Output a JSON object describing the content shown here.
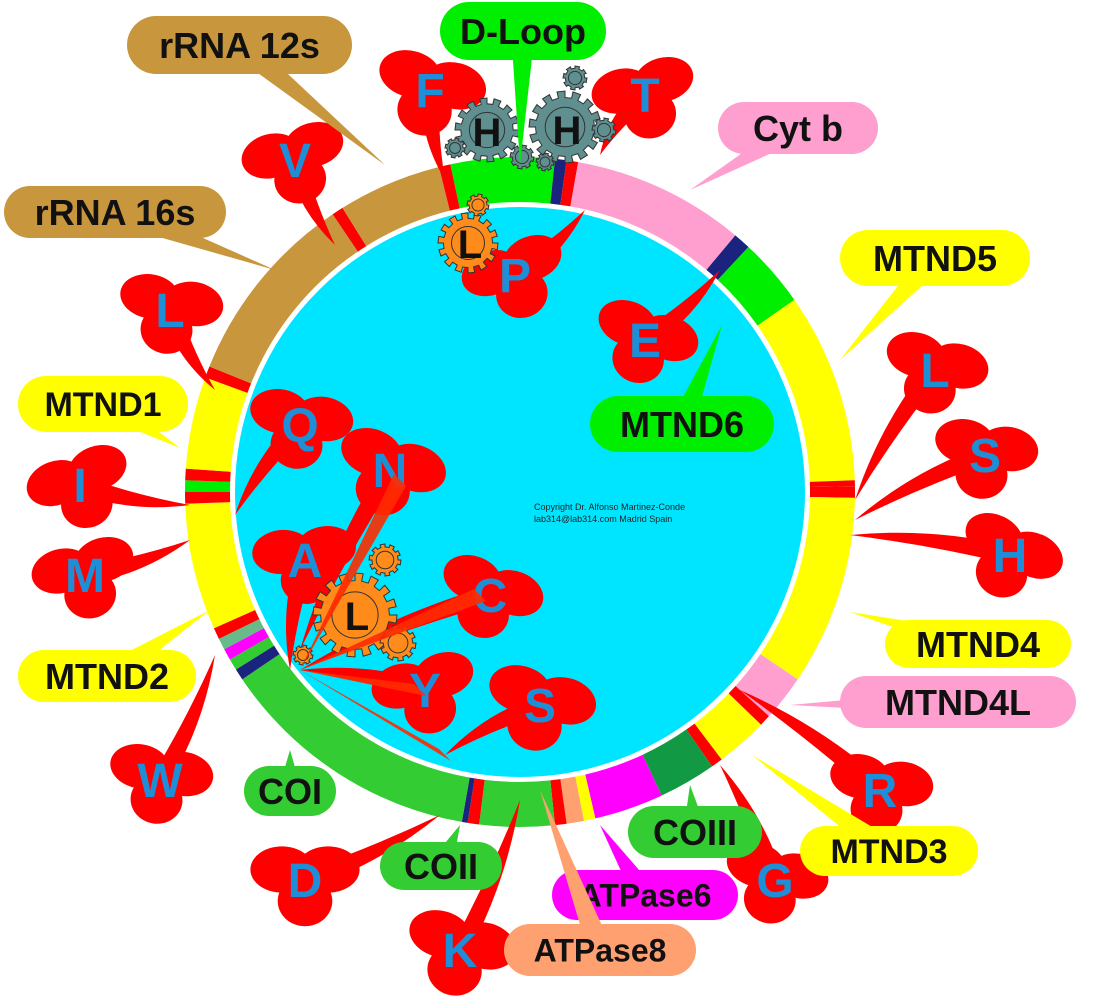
{
  "copyright": {
    "line1": "Copyright Dr. Alfonso Martinez-Conde",
    "line2": "lab314@lab314.com Madrid Spain"
  },
  "colors": {
    "background": "#ffffff",
    "matrix": "#00e5ff",
    "rrna": "#c8963c",
    "complex_I": "#ffff00",
    "complex_III": "#ff9fd0",
    "complex_IV": "#33cc33",
    "complex_V": "#ff00ff",
    "d_loop": "#00ee00",
    "trna": "#ff0000",
    "trna_letter": "#1e8fd6",
    "gear_heavy": "#5f8f8f",
    "gear_light": "#ff8c1a"
  },
  "genes": [
    {
      "id": "rrna12s",
      "text": "rRNA 12s",
      "color": "#c8963c"
    },
    {
      "id": "rrna16s",
      "text": "rRNA 16s",
      "color": "#c8963c"
    },
    {
      "id": "dloop",
      "text": "D-Loop",
      "color": "#00ee00"
    },
    {
      "id": "cytb",
      "text": "Cyt b",
      "color": "#ff9fd0"
    },
    {
      "id": "mtnd5",
      "text": "MTND5",
      "color": "#ffff00"
    },
    {
      "id": "mtnd6",
      "text": "MTND6",
      "color": "#00ee00"
    },
    {
      "id": "mtnd1",
      "text": "MTND1",
      "color": "#ffff00"
    },
    {
      "id": "mtnd2",
      "text": "MTND2",
      "color": "#ffff00"
    },
    {
      "id": "mtnd4",
      "text": "MTND4",
      "color": "#ffff00"
    },
    {
      "id": "mtnd4l",
      "text": "MTND4L",
      "color": "#ff9fd0"
    },
    {
      "id": "mtnd3",
      "text": "MTND3",
      "color": "#ffff00"
    },
    {
      "id": "coi",
      "text": "COI",
      "color": "#33cc33"
    },
    {
      "id": "coii",
      "text": "COII",
      "color": "#33cc33"
    },
    {
      "id": "coiii",
      "text": "COIII",
      "color": "#33cc33"
    },
    {
      "id": "atpase6",
      "text": "ATPase6",
      "color": "#ff00ff"
    },
    {
      "id": "atpase8",
      "text": "ATPase8",
      "color": "#ffa070"
    }
  ],
  "trnas": [
    "F",
    "V",
    "L",
    "I",
    "M",
    "W",
    "Q",
    "N",
    "A",
    "C",
    "Y",
    "S",
    "D",
    "K",
    "G",
    "R",
    "H",
    "S",
    "L",
    "E",
    "P",
    "T"
  ],
  "gears": {
    "heavy": [
      "H",
      "H"
    ],
    "light": [
      "L",
      "L"
    ]
  }
}
